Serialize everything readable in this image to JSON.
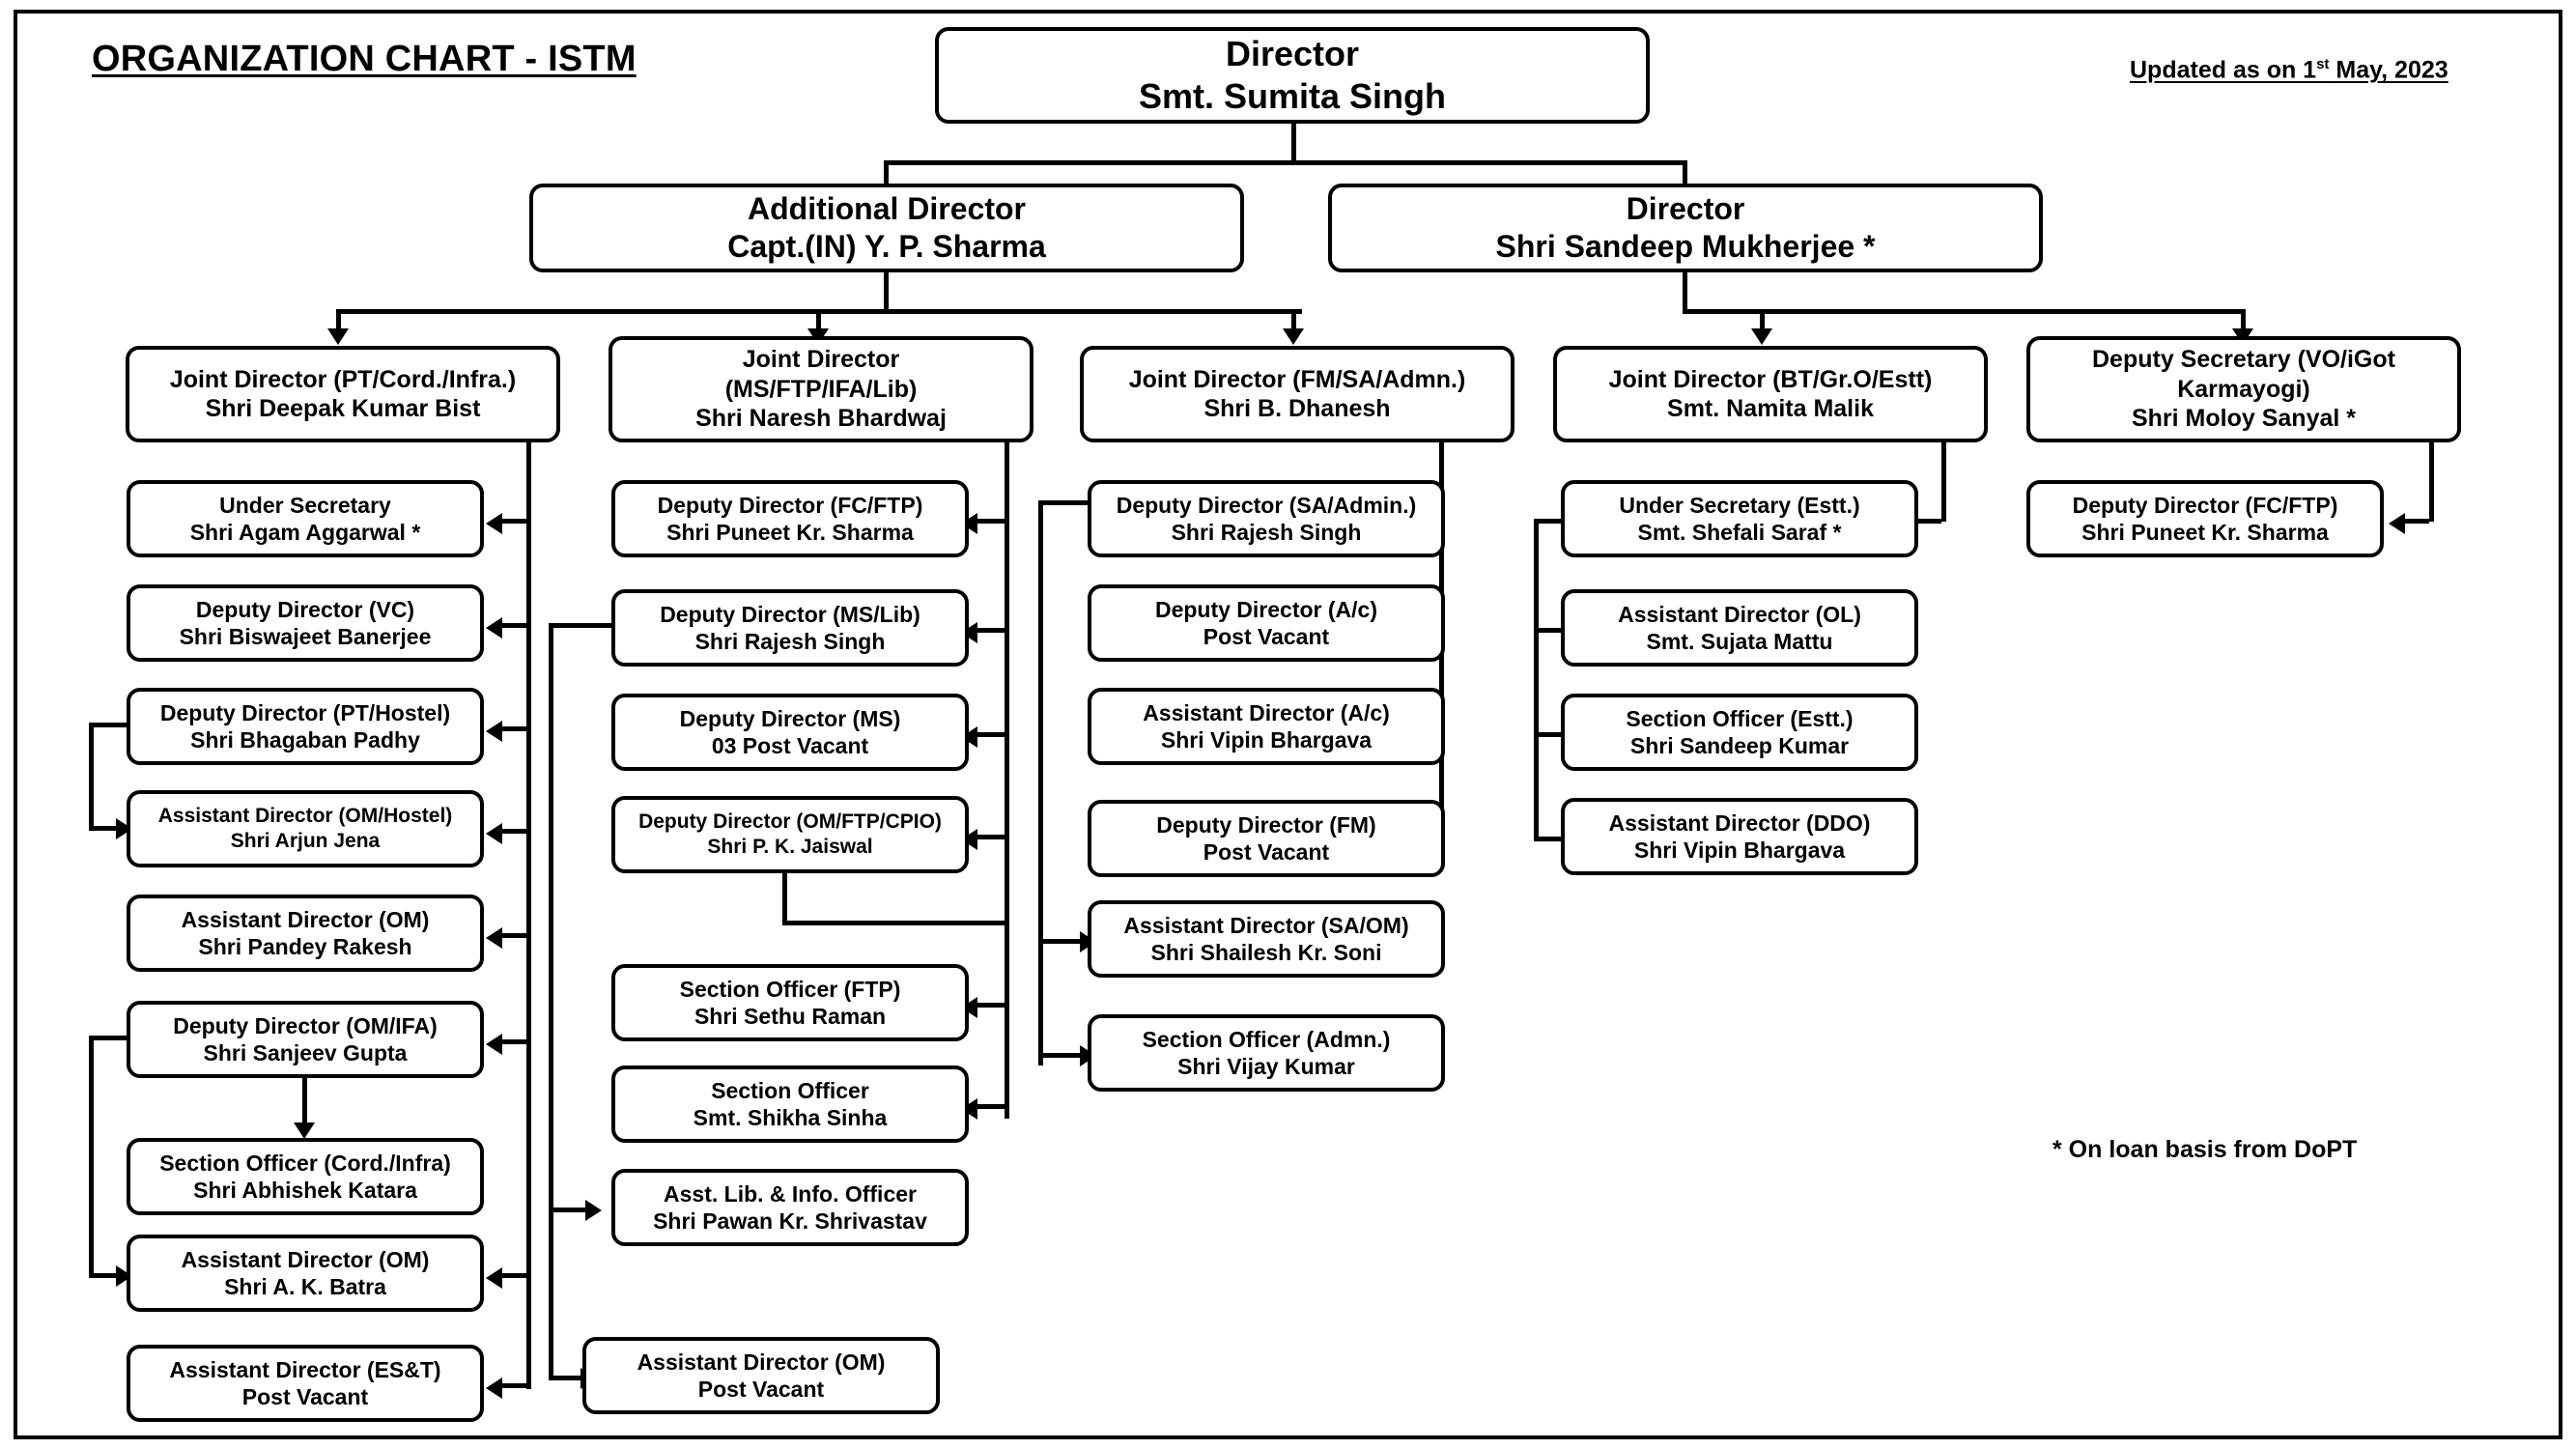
{
  "header": {
    "title": "ORGANIZATION CHART - ISTM",
    "updated_prefix": "Updated as on 1",
    "updated_sup": "st",
    "updated_suffix": " May, 2023"
  },
  "footnote": "* On loan basis from DoPT",
  "nodes": {
    "director": {
      "line1": "Director",
      "line2": "Smt. Sumita Singh"
    },
    "additional_director": {
      "line1": "Additional Director",
      "line2": "Capt.(IN) Y. P. Sharma"
    },
    "director2": {
      "line1": "Director",
      "line2": "Shri Sandeep Mukherjee *"
    },
    "jd_pt": {
      "line1": "Joint Director (PT/Cord./Infra.)",
      "line2": "Shri Deepak Kumar Bist"
    },
    "jd_ms": {
      "line1": "Joint Director",
      "line2": "(MS/FTP/IFA/Lib)",
      "line3": "Shri Naresh Bhardwaj"
    },
    "jd_fm": {
      "line1": "Joint Director (FM/SA/Admn.)",
      "line2": "Shri B. Dhanesh"
    },
    "jd_bt": {
      "line1": "Joint Director (BT/Gr.O/Estt)",
      "line2": "Smt. Namita Malik"
    },
    "ds_vo": {
      "line1": "Deputy Secretary (VO/iGot",
      "line2": "Karmayogi)",
      "line3": "Shri Moloy Sanyal *"
    },
    "c1_us": {
      "line1": "Under Secretary",
      "line2": "Shri Agam Aggarwal *"
    },
    "c1_dd_vc": {
      "line1": "Deputy Director (VC)",
      "line2": "Shri Biswajeet Banerjee"
    },
    "c1_dd_pt": {
      "line1": "Deputy Director (PT/Hostel)",
      "line2": "Shri Bhagaban Padhy"
    },
    "c1_ad_omh": {
      "line1": "Assistant Director (OM/Hostel)",
      "line2": "Shri Arjun Jena"
    },
    "c1_ad_om": {
      "line1": "Assistant Director (OM)",
      "line2": "Shri Pandey Rakesh"
    },
    "c1_dd_omifa": {
      "line1": "Deputy Director (OM/IFA)",
      "line2": "Shri Sanjeev Gupta"
    },
    "c1_so_cord": {
      "line1": "Section Officer (Cord./Infra)",
      "line2": "Shri Abhishek Katara"
    },
    "c1_ad_om2": {
      "line1": "Assistant Director (OM)",
      "line2": "Shri A. K. Batra"
    },
    "c1_ad_est": {
      "line1": "Assistant Director (ES&T)",
      "line2": "Post Vacant"
    },
    "c2_dd_fcftp": {
      "line1": "Deputy Director (FC/FTP)",
      "line2": "Shri Puneet Kr. Sharma"
    },
    "c2_dd_mslib": {
      "line1": "Deputy Director (MS/Lib)",
      "line2": "Shri Rajesh Singh"
    },
    "c2_dd_ms": {
      "line1": "Deputy Director (MS)",
      "line2": "03 Post Vacant"
    },
    "c2_dd_omftp": {
      "line1": "Deputy Director (OM/FTP/CPIO)",
      "line2": "Shri P. K. Jaiswal"
    },
    "c2_so_ftp": {
      "line1": "Section Officer (FTP)",
      "line2": "Shri Sethu Raman"
    },
    "c2_so": {
      "line1": "Section Officer",
      "line2": "Smt. Shikha Sinha"
    },
    "c2_alio": {
      "line1": "Asst. Lib. & Info. Officer",
      "line2": "Shri Pawan Kr. Shrivastav"
    },
    "c2_ad_om": {
      "line1": "Assistant Director (OM)",
      "line2": "Post Vacant"
    },
    "c3_dd_sa": {
      "line1": "Deputy Director (SA/Admin.)",
      "line2": "Shri Rajesh Singh"
    },
    "c3_dd_ac": {
      "line1": "Deputy Director (A/c)",
      "line2": "Post Vacant"
    },
    "c3_ad_ac": {
      "line1": "Assistant Director (A/c)",
      "line2": "Shri Vipin Bhargava"
    },
    "c3_dd_fm": {
      "line1": "Deputy Director (FM)",
      "line2": "Post Vacant"
    },
    "c3_ad_saom": {
      "line1": "Assistant Director (SA/OM)",
      "line2": "Shri Shailesh Kr. Soni"
    },
    "c3_so_admn": {
      "line1": "Section Officer (Admn.)",
      "line2": "Shri Vijay Kumar"
    },
    "c4_us_estt": {
      "line1": "Under Secretary (Estt.)",
      "line2": "Smt. Shefali Saraf *"
    },
    "c4_ad_ol": {
      "line1": "Assistant Director (OL)",
      "line2": "Smt. Sujata Mattu"
    },
    "c4_so_estt": {
      "line1": "Section Officer (Estt.)",
      "line2": "Shri Sandeep Kumar"
    },
    "c4_ad_ddo": {
      "line1": "Assistant Director (DDO)",
      "line2": "Shri Vipin Bhargava"
    },
    "c5_dd_fcftp": {
      "line1": "Deputy Director (FC/FTP)",
      "line2": "Shri Puneet Kr. Sharma"
    }
  }
}
